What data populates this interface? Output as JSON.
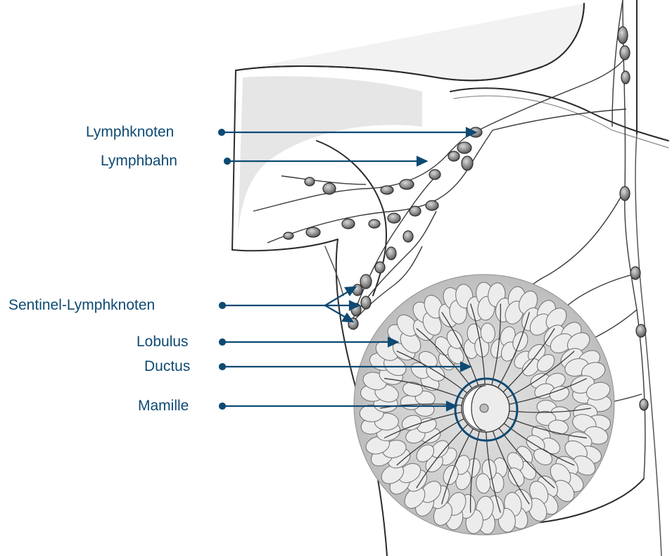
{
  "colors": {
    "label": "#0e4a73",
    "leader": "#0e4a73",
    "outline": "#2b2b2b",
    "skin_shade": "#d4d4d4",
    "gland_fill": "#c9c9c9",
    "lobule_fill": "#ececec",
    "node_fill": "#8f8f8f"
  },
  "labels": {
    "lymphknoten": "Lymphknoten",
    "lymphbahn": "Lymphbahn",
    "sentinel": "Sentinel-Lymphknoten",
    "lobulus": "Lobulus",
    "ductus": "Ductus",
    "mamille": "Mamille"
  },
  "icons": {
    "lymph_node": "lymph-node-icon",
    "lobule": "lobule-icon",
    "nipple": "nipple-icon"
  }
}
